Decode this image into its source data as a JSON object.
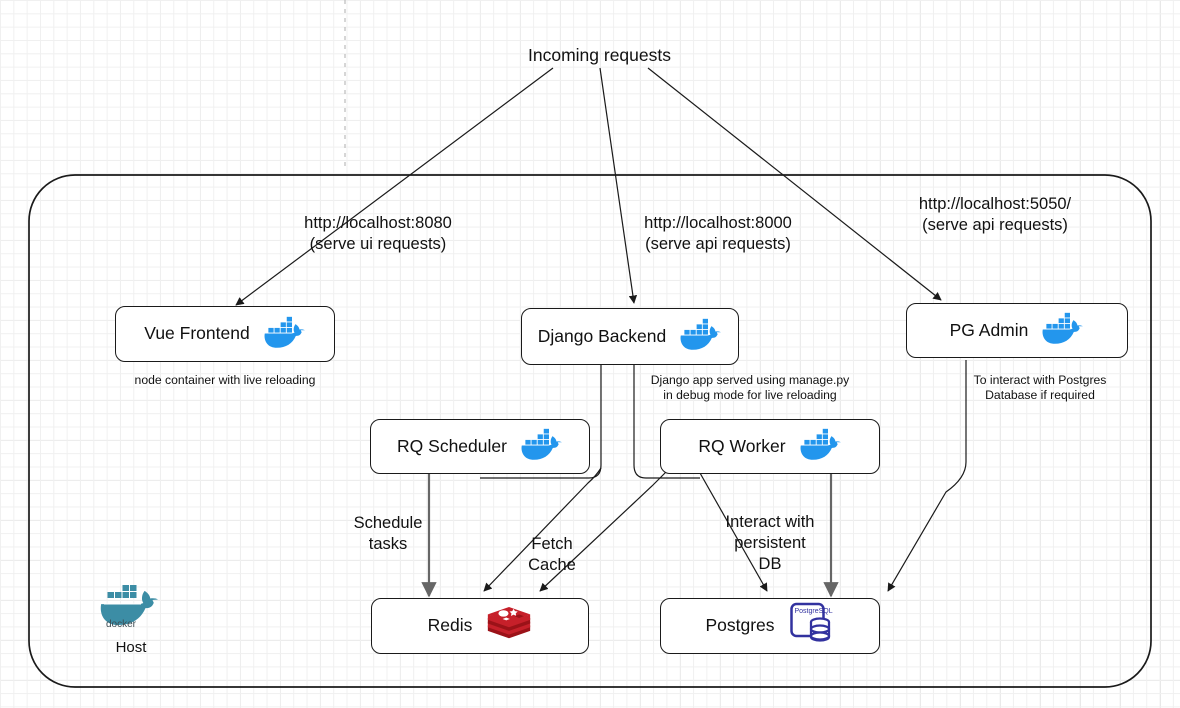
{
  "diagram": {
    "title": "Incoming requests",
    "host": {
      "logo_text": "docker",
      "label": "Host",
      "container_name": "docker-host-boundary"
    },
    "colors": {
      "docker_blue": "#2396ED",
      "docker_host_teal": "#3C8DA5",
      "redis_red": "#C6202A",
      "redis_red_dark": "#9B1218",
      "postgres_blue": "#32329F",
      "edge_stroke": "#1a1a1a",
      "thick_edge_stroke": "#666666",
      "grid_minor": "#f0f0f0",
      "grid_major": "#e0e0e0"
    },
    "nodes": [
      {
        "id": "vue",
        "label": "Vue Frontend",
        "icon": "docker-whale-icon"
      },
      {
        "id": "django",
        "label": "Django Backend",
        "icon": "docker-whale-icon"
      },
      {
        "id": "pgadmin",
        "label": "PG Admin",
        "icon": "docker-whale-icon"
      },
      {
        "id": "scheduler",
        "label": "RQ Scheduler",
        "icon": "docker-whale-icon"
      },
      {
        "id": "worker",
        "label": "RQ Worker",
        "icon": "docker-whale-icon"
      },
      {
        "id": "redis",
        "label": "Redis",
        "icon": "redis-logo-icon"
      },
      {
        "id": "postgres",
        "label": "Postgres",
        "icon": "postgresql-logo-icon"
      }
    ],
    "captions": [
      {
        "id": "vue-caption",
        "text": "node container with live reloading"
      },
      {
        "id": "django-caption",
        "text": "Django app served using manage.py\nin debug mode for live reloading"
      },
      {
        "id": "pgadmin-caption",
        "text": "To interact with Postgres\nDatabase if required"
      }
    ],
    "edge_labels": [
      {
        "id": "vue-endpoint",
        "text": "http://localhost:8080\n(serve ui requests)"
      },
      {
        "id": "django-endpoint",
        "text": "http://localhost:8000\n(serve api requests)"
      },
      {
        "id": "pgadmin-endpoint",
        "text": "http://localhost:5050/\n(serve api requests)"
      },
      {
        "id": "schedule-tasks",
        "text": "Schedule\ntasks"
      },
      {
        "id": "fetch-cache",
        "text": "Fetch\nCache"
      },
      {
        "id": "persistent-db",
        "text": "Interact with\npersistent\nDB"
      }
    ],
    "postgres_logo_text": "PostgreSQL"
  }
}
